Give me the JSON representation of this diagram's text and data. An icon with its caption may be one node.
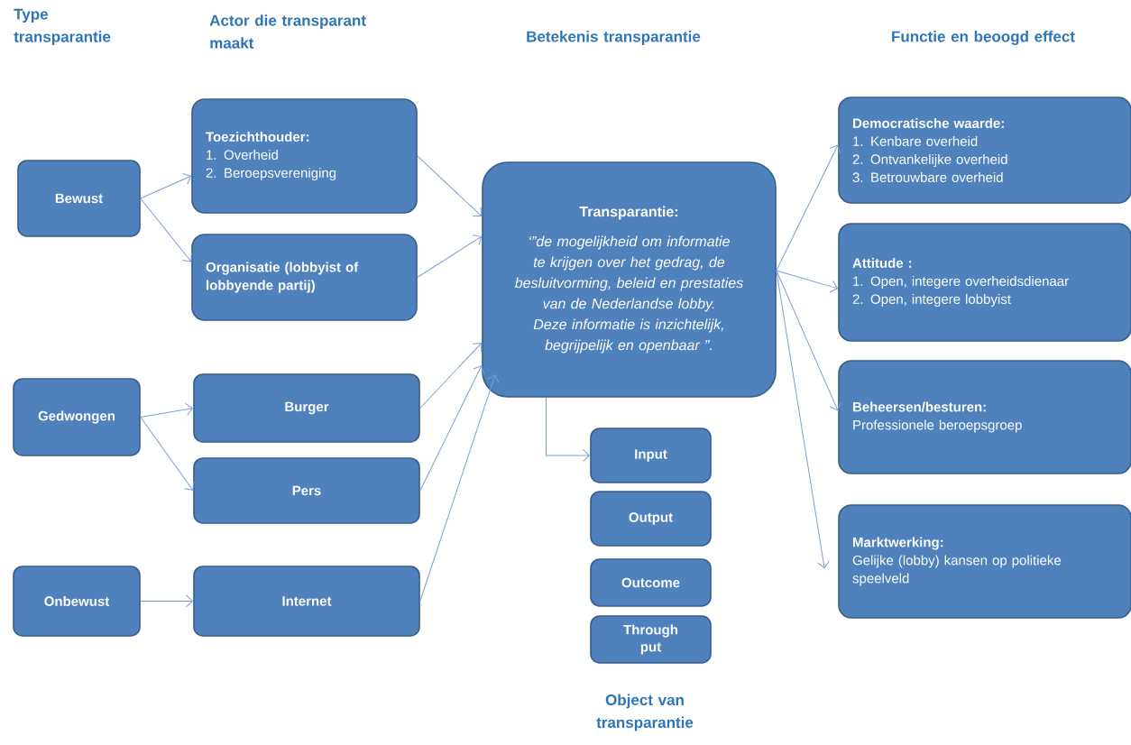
{
  "diagram": {
    "nodes": [
      {
        "text": [
          "Bewust"
        ]
      },
      {
        "text": [
          "Gedwongen"
        ]
      },
      {
        "text": [
          "Onbewust"
        ]
      },
      {
        "text": [
          "Toezichthouder:",
          "1. Overheid",
          "2. Beroepsvereniging"
        ]
      },
      {
        "text": [
          "Organisatie (lobbyist of lobbyende partij)"
        ]
      },
      {
        "text": [
          "Burger"
        ]
      },
      {
        "text": [
          "Pers"
        ]
      },
      {
        "text": [
          "Internet"
        ]
      },
      {
        "text": [
          "Transparantie:",
          "‘”de mogelijkheid om informatie te krijgen over het gedrag, de besluitvorming, beleid en prestaties van de Nederlandse lobby. Deze informatie is inzichtelijk, begrijpelijk en openbaar ”."
        ]
      },
      {
        "text": [
          "Input"
        ]
      },
      {
        "text": [
          "Output"
        ]
      },
      {
        "text": [
          "Outcome"
        ]
      },
      {
        "text": [
          "Through put"
        ]
      },
      {
        "text": [
          "Democratische waarde:",
          "1. Kenbare overheid",
          "2. Ontvankelijke overheid",
          "3. Betrouwbare overheid"
        ]
      },
      {
        "text": [
          "Attitude :",
          "1. Open, integere overheidsdienaar",
          "2. Open, integere lobbyist"
        ]
      },
      {
        "text": [
          "Beheersen/besturen:",
          "Professionele beroepsgroep"
        ]
      },
      {
        "text": [
          "Marktwerking:",
          "Gelijke (lobby) kansen op politieke speelveld"
        ]
      }
    ],
    "edges": [
      {
        "from": 0,
        "to": 3,
        "arrow": "to"
      },
      {
        "from": 0,
        "to": 4,
        "arrow": "to"
      },
      {
        "from": 1,
        "to": 5,
        "arrow": "to"
      },
      {
        "from": 1,
        "to": 6,
        "arrow": "to"
      },
      {
        "from": 2,
        "to": 7,
        "arrow": "to"
      },
      {
        "from": 3,
        "to": 8,
        "arrow": "to"
      },
      {
        "from": 4,
        "to": 8,
        "arrow": "to"
      },
      {
        "from": 5,
        "to": 8,
        "arrow": "to"
      },
      {
        "from": 6,
        "to": 8,
        "arrow": "to"
      },
      {
        "from": 7,
        "to": 8,
        "arrow": "to"
      },
      {
        "from": 8,
        "to": 9,
        "arrow": "to"
      },
      {
        "from": 8,
        "to": 13,
        "arrow": "to"
      },
      {
        "from": 8,
        "to": 14,
        "arrow": "to"
      },
      {
        "from": 8,
        "to": 15,
        "arrow": "to"
      },
      {
        "from": 8,
        "to": 16,
        "arrow": "to"
      }
    ],
    "labels": [
      "Type transparantie",
      "Actor die transparant maakt",
      "Betekenis transparantie",
      "Functie en beoogd effect",
      "Object van transparantie"
    ]
  }
}
